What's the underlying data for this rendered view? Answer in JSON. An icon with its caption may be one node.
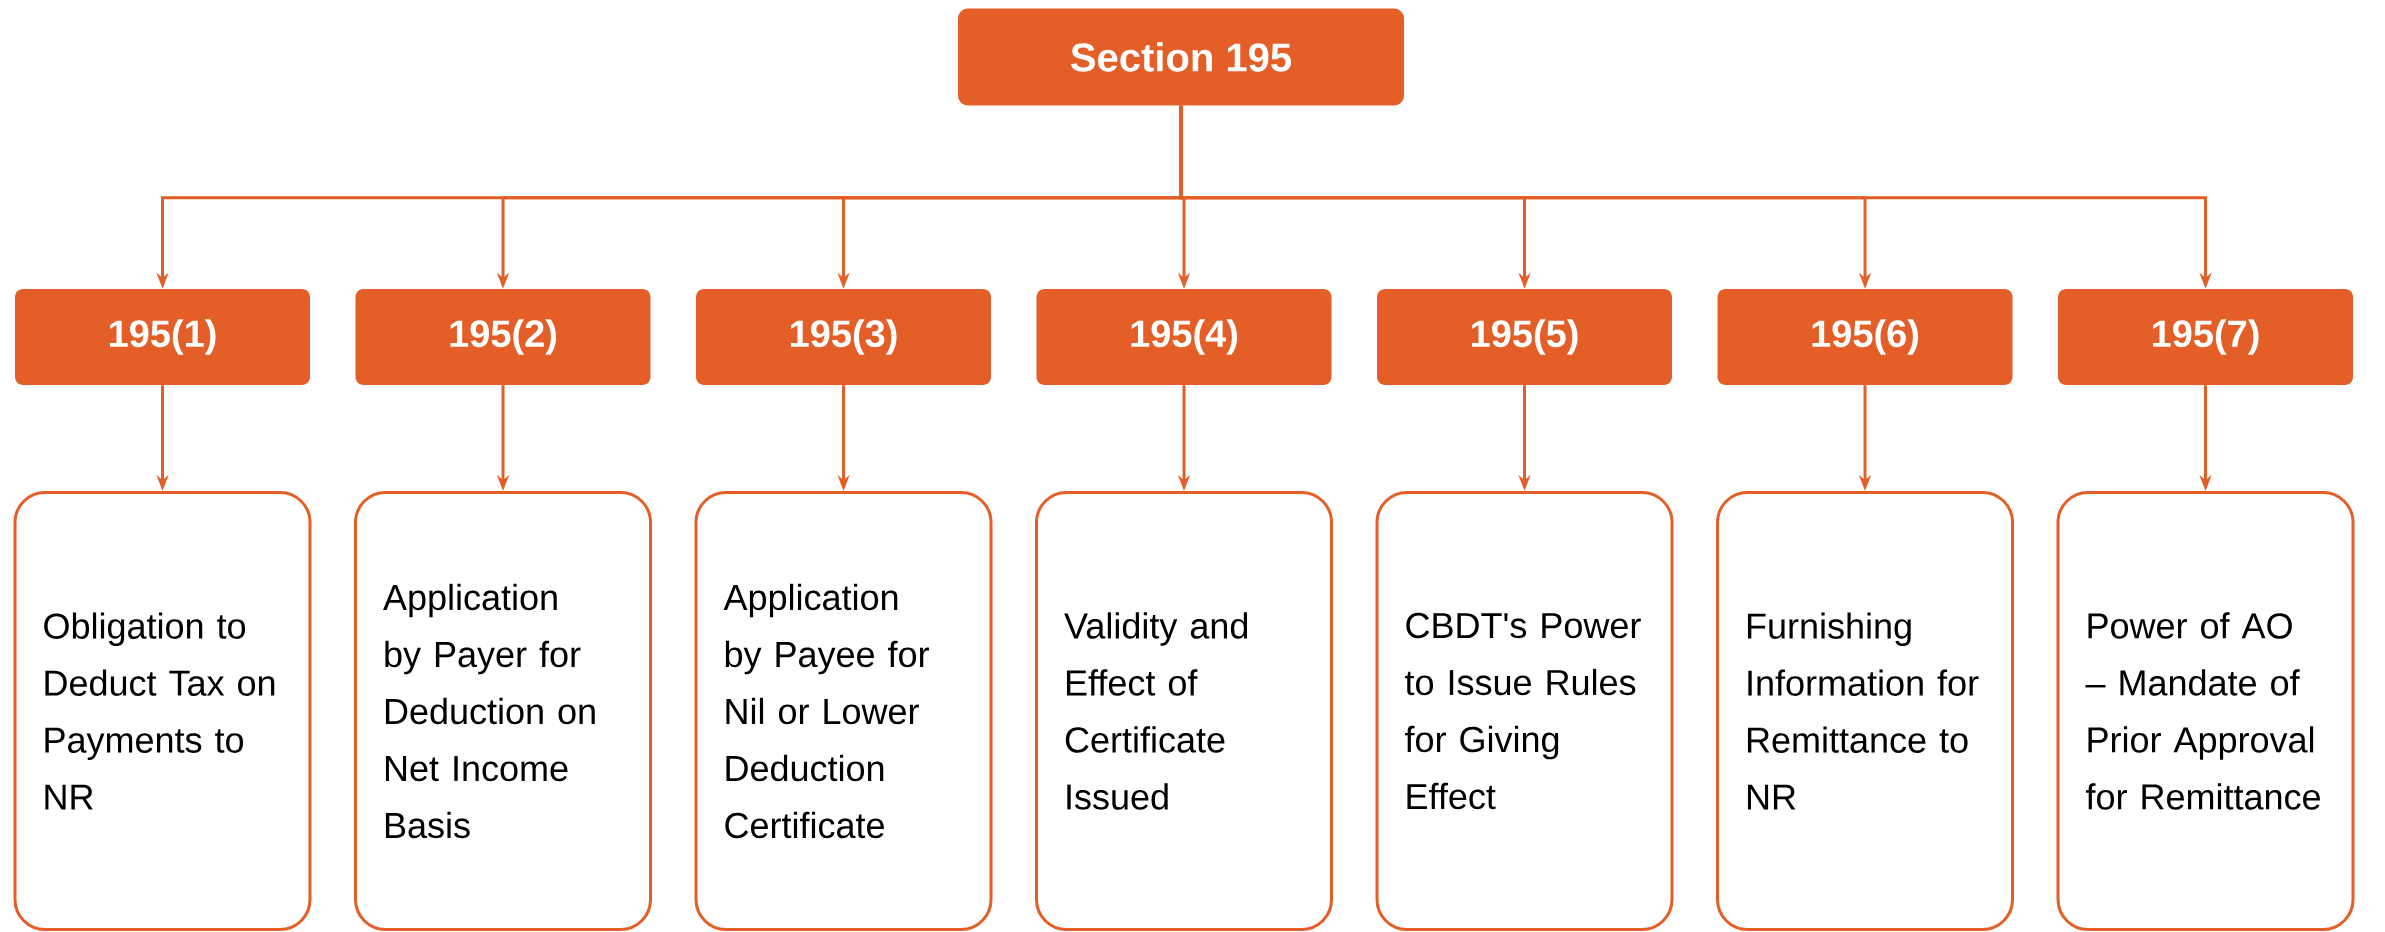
{
  "diagram": {
    "nodes": [
      {
        "text": [
          "Section 195"
        ]
      },
      {
        "text": [
          "195(1)"
        ]
      },
      {
        "text": [
          "195(2)"
        ]
      },
      {
        "text": [
          "195(3)"
        ]
      },
      {
        "text": [
          "195(4)"
        ]
      },
      {
        "text": [
          "195(5)"
        ]
      },
      {
        "text": [
          "195(6)"
        ]
      },
      {
        "text": [
          "195(7)"
        ]
      },
      {
        "text": [
          "Obligation to Deduct Tax on Payments to NR"
        ]
      },
      {
        "text": [
          "Application by Payer for Deduction on Net Income Basis"
        ]
      },
      {
        "text": [
          "Application by Payee for Nil or Lower Deduction Certificate"
        ]
      },
      {
        "text": [
          "Validity and Effect of Certificate Issued"
        ]
      },
      {
        "text": [
          "CBDT's Power to Issue Rules for Giving Effect"
        ]
      },
      {
        "text": [
          "Furnishing Information for Remittance to NR"
        ]
      },
      {
        "text": [
          "Power of AO – Mandate of Prior Approval for Remittance"
        ]
      }
    ],
    "edges": [
      {
        "from": 0,
        "to": 1,
        "arrow": "to"
      },
      {
        "from": 0,
        "to": 2,
        "arrow": "to"
      },
      {
        "from": 0,
        "to": 3,
        "arrow": "to"
      },
      {
        "from": 0,
        "to": 4,
        "arrow": "to"
      },
      {
        "from": 0,
        "to": 5,
        "arrow": "to"
      },
      {
        "from": 0,
        "to": 6,
        "arrow": "to"
      },
      {
        "from": 0,
        "to": 7,
        "arrow": "to"
      },
      {
        "from": 1,
        "to": 8,
        "arrow": "to"
      },
      {
        "from": 2,
        "to": 9,
        "arrow": "to"
      },
      {
        "from": 3,
        "to": 10,
        "arrow": "to"
      },
      {
        "from": 4,
        "to": 11,
        "arrow": "to"
      },
      {
        "from": 5,
        "to": 12,
        "arrow": "to"
      },
      {
        "from": 6,
        "to": 13,
        "arrow": "to"
      },
      {
        "from": 7,
        "to": 14,
        "arrow": "to"
      }
    ]
  }
}
